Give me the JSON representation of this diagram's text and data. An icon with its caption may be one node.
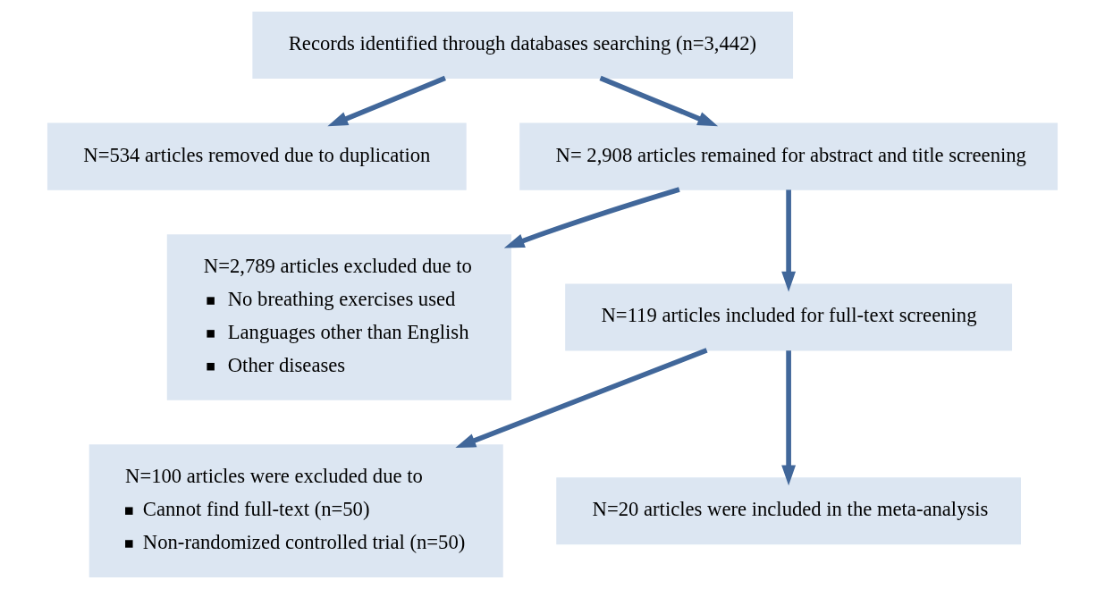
{
  "diagram": {
    "nodes": [
      {
        "text": [
          "Records identified through databases searching (n=3,442)"
        ]
      },
      {
        "text": [
          "N=534 articles removed due to duplication"
        ]
      },
      {
        "text": [
          "N= 2,908 articles remained for abstract and title screening"
        ]
      },
      {
        "text": [
          "N=2,789 articles excluded due to",
          "No breathing exercises used",
          "Languages other than English",
          "Other diseases"
        ]
      },
      {
        "text": [
          "N=119 articles included for full-text screening"
        ]
      },
      {
        "text": [
          "N=100 articles were excluded due to",
          "Cannot find full-text (n=50)",
          "Non-randomized controlled trial (n=50)"
        ]
      },
      {
        "text": [
          "N=20 articles were included in the meta-analysis"
        ]
      }
    ],
    "edges": [
      {
        "from": 0,
        "to": 2,
        "arrow": "to"
      },
      {
        "from": 0,
        "to": 1,
        "arrow": "to"
      },
      {
        "from": 2,
        "to": 4,
        "arrow": "to"
      },
      {
        "from": 2,
        "to": 3,
        "arrow": "to"
      },
      {
        "from": 4,
        "to": 6,
        "arrow": "to"
      },
      {
        "from": 4,
        "to": 5,
        "arrow": "to"
      }
    ]
  }
}
